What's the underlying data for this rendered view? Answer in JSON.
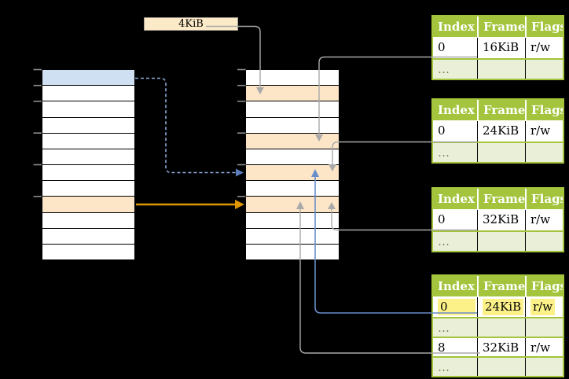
{
  "colors": {
    "background": "#000000",
    "table_green": "#a3c43c",
    "table_row_green": "#eaf0d7",
    "header_text": "#ffffff",
    "cell_text": "#000000",
    "ellipsis_text": "#7b7f5e",
    "orange_fill": "#fde5c8",
    "blue_fill": "#cfe0f3",
    "label_fill": "#fbe9c8",
    "label_border": "#a8a296",
    "yellow_highlight": "#fbf188",
    "gray_line": "#a9a9a9",
    "blue_line": "#6a8ec9",
    "blue_dash": "#8ea9d8",
    "blue_arrowhead": "#5b7fbe",
    "orange_arrow": "#e09600",
    "tick_color": "#8c8c8c"
  },
  "size_label": {
    "text": "4KiB"
  },
  "memory_columns": {
    "left": {
      "row_fills": [
        "blue",
        "white",
        "white",
        "white",
        "white",
        "white",
        "white",
        "white",
        "orange",
        "white",
        "white",
        "white"
      ]
    },
    "middle": {
      "row_fills": [
        "white",
        "orange",
        "white",
        "white",
        "orange",
        "white",
        "orange",
        "white",
        "orange",
        "white",
        "white",
        "white"
      ]
    }
  },
  "page_tables": [
    {
      "headers": [
        "Index",
        "Frame",
        "Flags"
      ],
      "rows": [
        {
          "cells": [
            "0",
            "16KiB",
            "r/w"
          ],
          "variant": "data"
        },
        {
          "cells": [
            "…",
            "",
            ""
          ],
          "variant": "ellipsis"
        }
      ]
    },
    {
      "headers": [
        "Index",
        "Frame",
        "Flags"
      ],
      "rows": [
        {
          "cells": [
            "0",
            "24KiB",
            "r/w"
          ],
          "variant": "data"
        },
        {
          "cells": [
            "…",
            "",
            ""
          ],
          "variant": "ellipsis"
        }
      ]
    },
    {
      "headers": [
        "Index",
        "Frame",
        "Flags"
      ],
      "rows": [
        {
          "cells": [
            "0",
            "32KiB",
            "r/w"
          ],
          "variant": "data"
        },
        {
          "cells": [
            "…",
            "",
            ""
          ],
          "variant": "ellipsis"
        }
      ]
    },
    {
      "headers": [
        "Index",
        "Frame",
        "Flags"
      ],
      "rows": [
        {
          "cells": [
            "0",
            "24KiB",
            "r/w"
          ],
          "variant": "data",
          "highlight": true
        },
        {
          "cells": [
            "…",
            "",
            ""
          ],
          "variant": "ellipsis"
        },
        {
          "cells": [
            "8",
            "32KiB",
            "r/w"
          ],
          "variant": "data"
        },
        {
          "cells": [
            "…",
            "",
            ""
          ],
          "variant": "ellipsis"
        }
      ]
    }
  ]
}
